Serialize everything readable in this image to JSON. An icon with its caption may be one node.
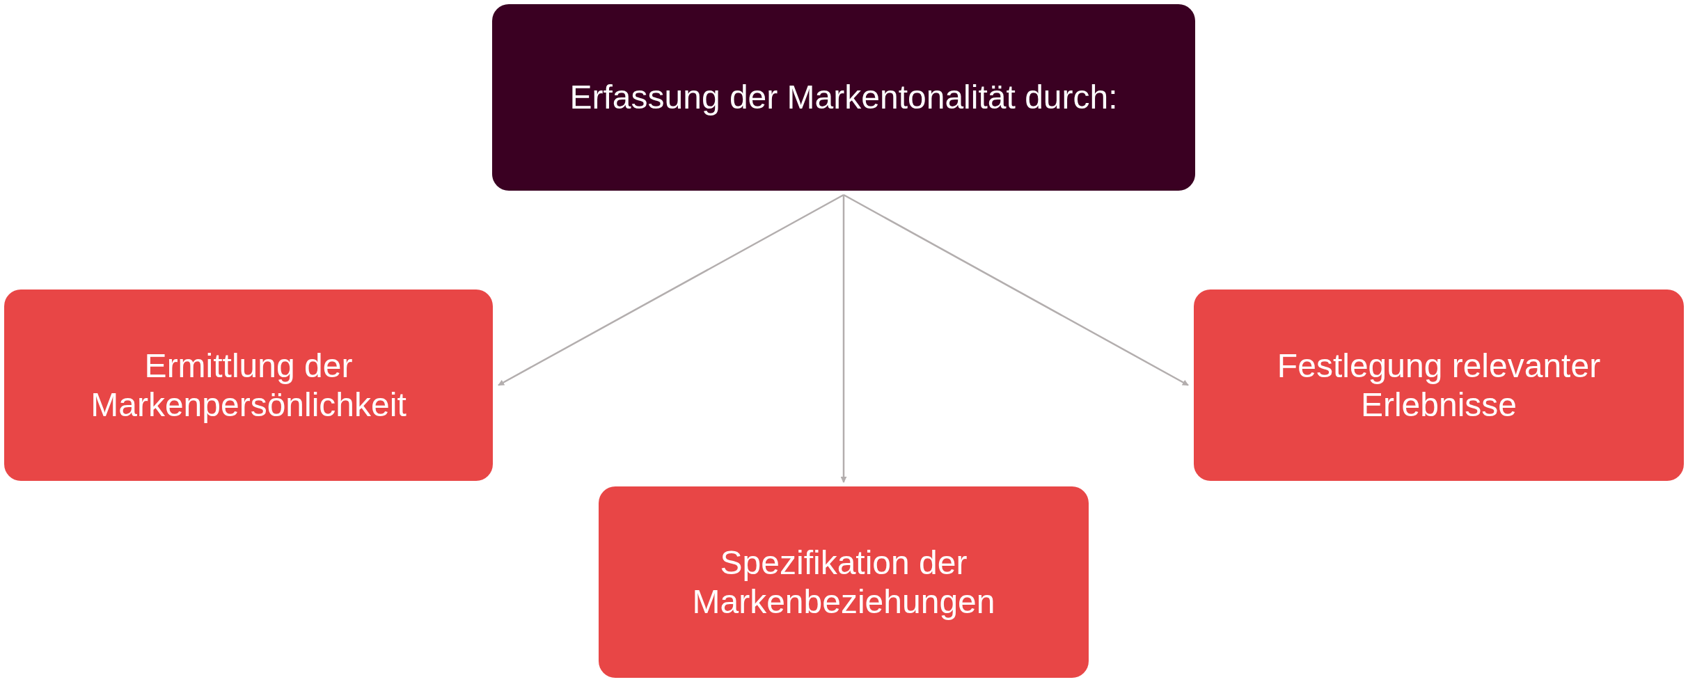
{
  "diagram": {
    "nodes": [
      {
        "text": [
          "Erfassung der Markentonalität durch:"
        ]
      },
      {
        "text": [
          "Ermittlung der Markenpersönlichkeit"
        ]
      },
      {
        "text": [
          "Spezifikation der Markenbeziehungen"
        ]
      },
      {
        "text": [
          "Festlegung relevanter Erlebnisse"
        ]
      }
    ],
    "edges": [
      {
        "from": 0,
        "to": 1,
        "arrow": "to"
      },
      {
        "from": 0,
        "to": 2,
        "arrow": "to"
      },
      {
        "from": 0,
        "to": 3,
        "arrow": "to"
      }
    ]
  }
}
